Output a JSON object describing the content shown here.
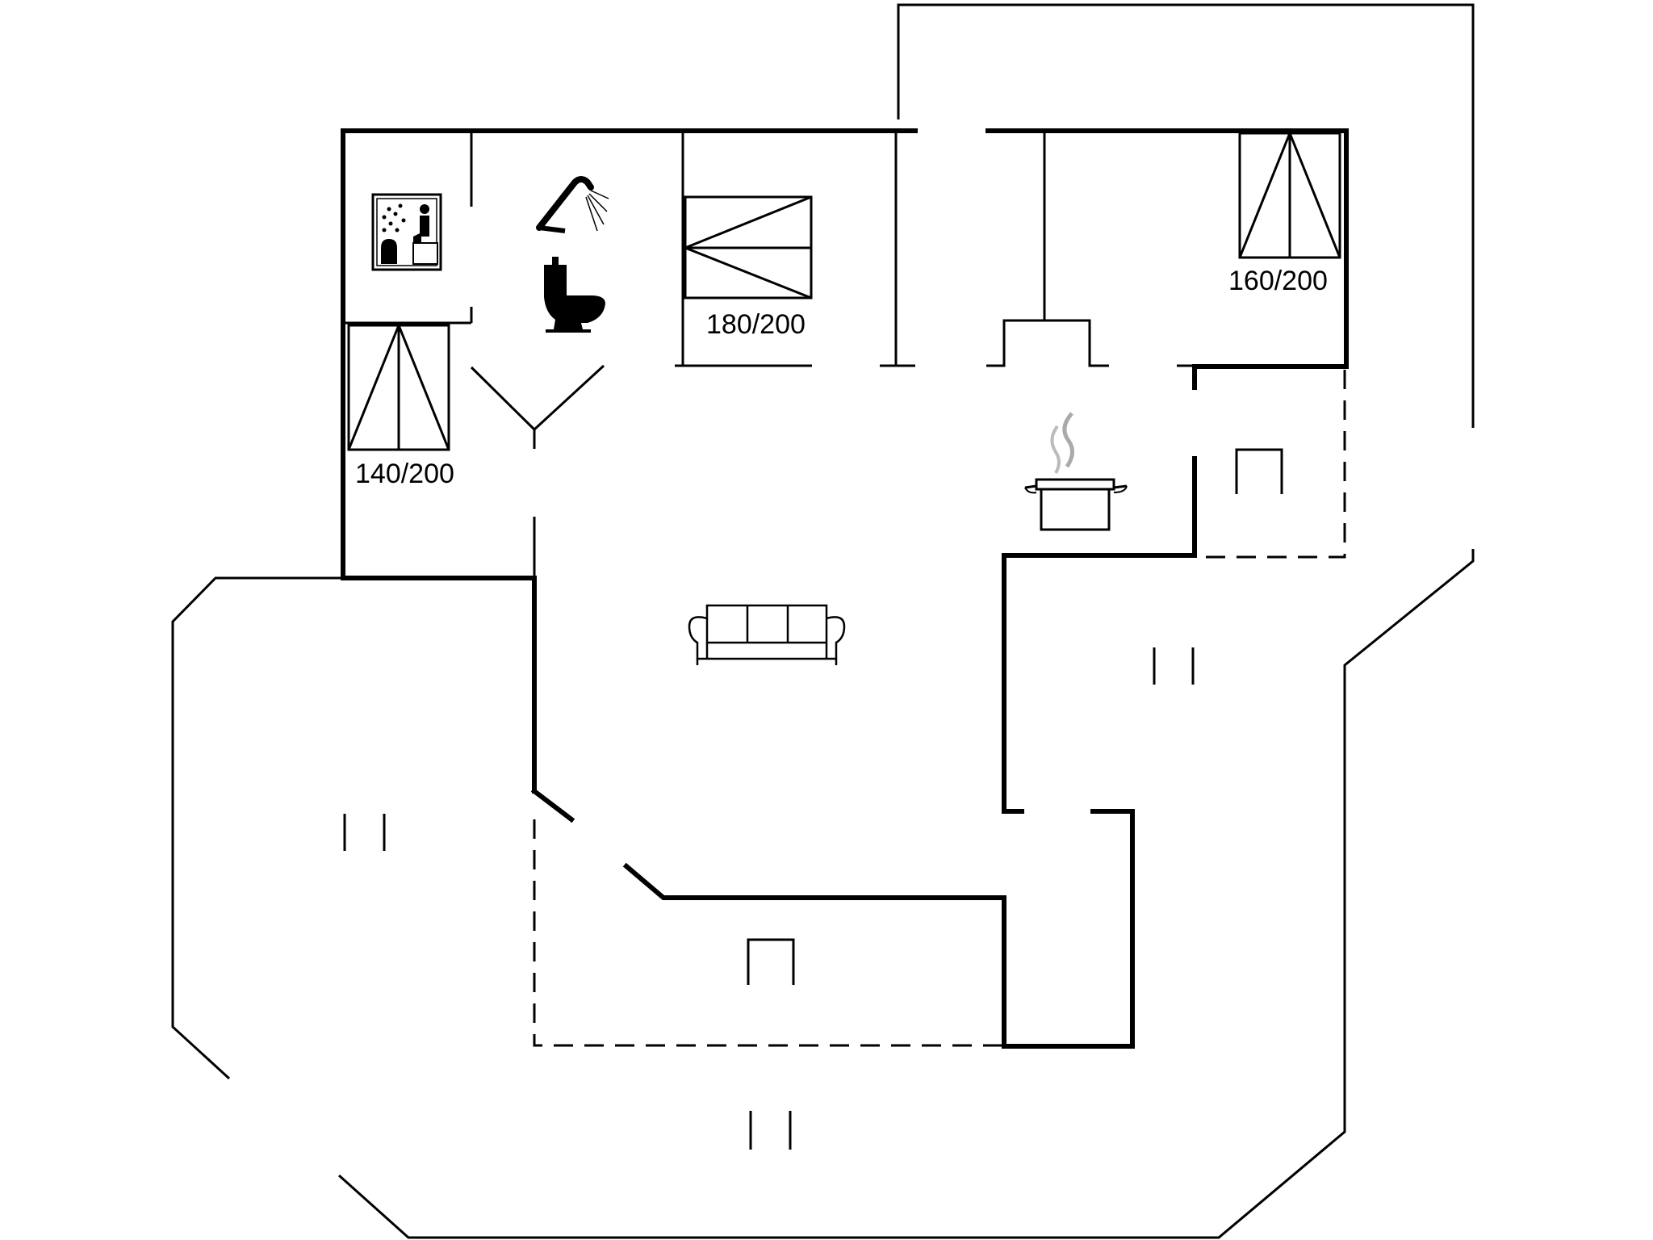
{
  "beds": {
    "bed_140": "140/200",
    "bed_180": "180/200",
    "bed_160": "160/200"
  },
  "icons": [
    "sauna-icon",
    "shower-icon",
    "toilet-icon",
    "cooking-pot-icon",
    "sofa-icon",
    "door-opening-icon",
    "terrace-step-icon"
  ],
  "colors": {
    "line": "#000000",
    "background": "#ffffff",
    "steam": "#b0b0b0"
  }
}
